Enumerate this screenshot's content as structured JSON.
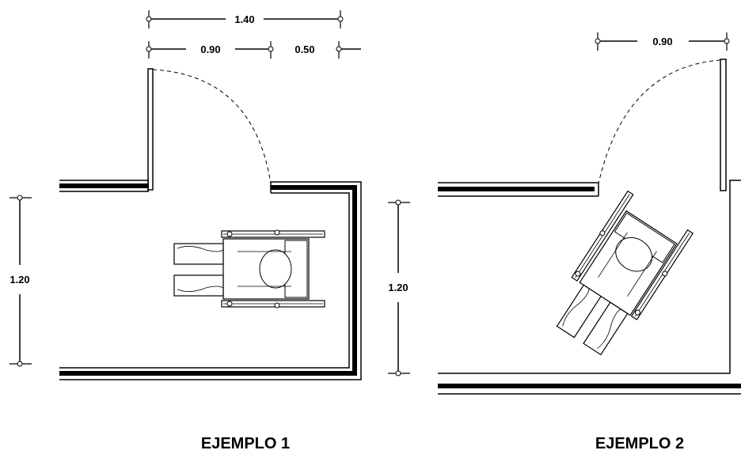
{
  "example1": {
    "caption": "EJEMPLO 1",
    "dim_total": "1.40",
    "dim_door": "0.90",
    "dim_side": "0.50",
    "dim_height": "1.20"
  },
  "example2": {
    "caption": "EJEMPLO 2",
    "dim_door": "0.90",
    "dim_height": "1.20"
  }
}
